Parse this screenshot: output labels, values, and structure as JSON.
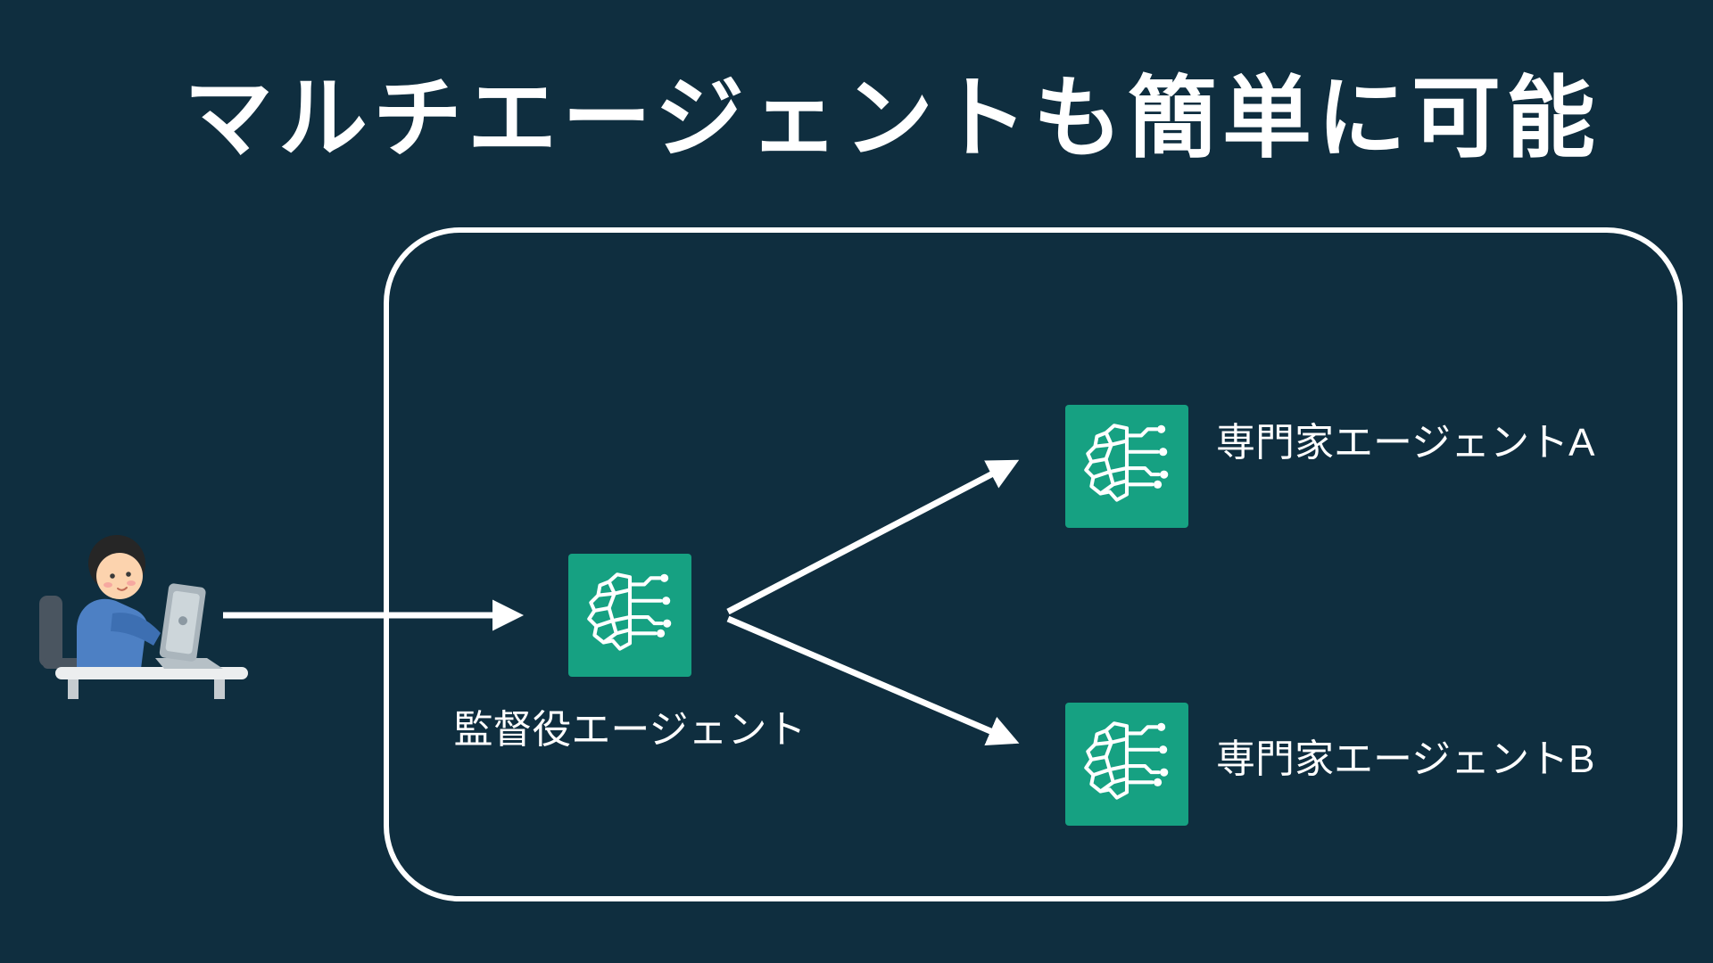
{
  "title": "マルチエージェントも簡単に可能",
  "colors": {
    "background": "#0f2e3f",
    "accent": "#16a182",
    "text": "#ffffff",
    "stroke": "#ffffff"
  },
  "diagram": {
    "user": {
      "illustration": "person-using-laptop"
    },
    "supervisor": {
      "label": "監督役エージェント",
      "icon": "brain-circuit-icon"
    },
    "experts": [
      {
        "id": "A",
        "label": "専門家エージェントA",
        "icon": "brain-circuit-icon"
      },
      {
        "id": "B",
        "label": "専門家エージェントB",
        "icon": "brain-circuit-icon"
      }
    ],
    "connections": [
      {
        "from": "user",
        "to": "supervisor"
      },
      {
        "from": "supervisor",
        "to": "expert-A"
      },
      {
        "from": "supervisor",
        "to": "expert-B"
      }
    ]
  }
}
